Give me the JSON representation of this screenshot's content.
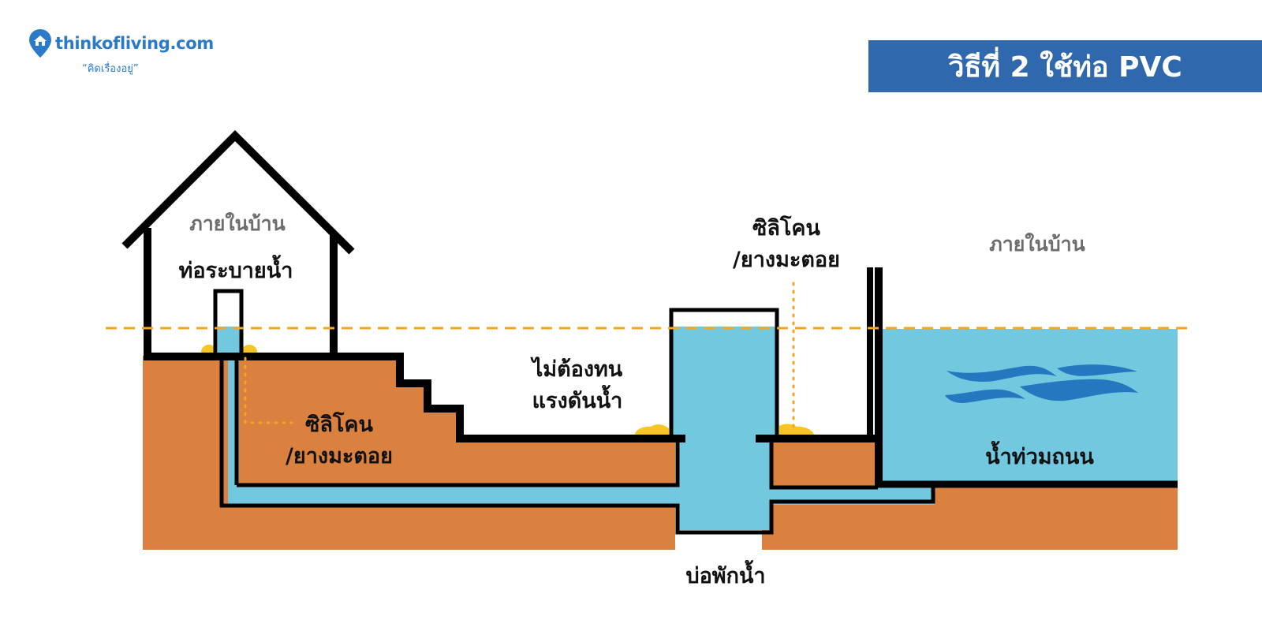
{
  "brand": {
    "name": "thinkofliving.com",
    "tagline": "“คิดเรื่องอยู่”",
    "color": "#2b7ac9"
  },
  "title": {
    "text": "วิธีที่ 2 ใช้ท่อ PVC",
    "background": "#2f68ad",
    "color": "#ffffff"
  },
  "colors": {
    "soil": "#db8140",
    "water": "#72c8df",
    "wave": "#2478c0",
    "outline": "#000000",
    "waterline": "#f2a623",
    "sealant": "#f7c623",
    "label_gray": "#6d6d6d",
    "label_black": "#111111"
  },
  "labels": {
    "inside_house_left": "ภายในบ้าน",
    "drain_pipe": "ท่อระบายน้ำ",
    "silicone_left_line1": "ซิลิโคน",
    "silicone_left_line2": "/ยางมะตอย",
    "no_pressure_line1": "ไม่ต้องทน",
    "no_pressure_line2": "แรงดันน้ำ",
    "silicone_right_line1": "ซิลิโคน",
    "silicone_right_line2": "/ยางมะตอย",
    "inside_house_right": "ภายในบ้าน",
    "flooded_street": "น้ำท่วมถนน",
    "sump": "บ่อพักน้ำ"
  }
}
